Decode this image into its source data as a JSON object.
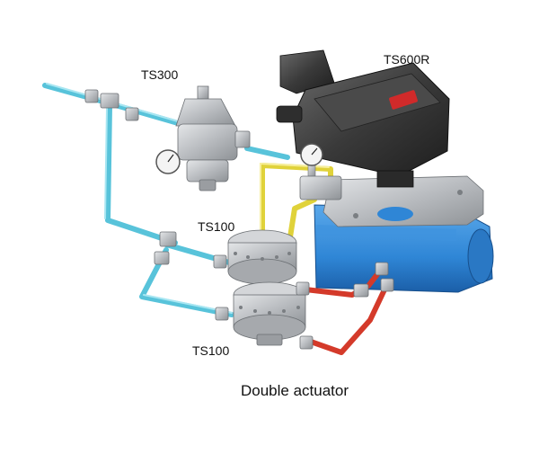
{
  "labels": {
    "ts300": "TS300",
    "ts600r": "TS600R",
    "ts100_upper": "TS100",
    "ts100_lower": "TS100",
    "caption": "Double actuator"
  },
  "colors": {
    "air_line": "#58c3da",
    "signal_line": "#e0d23a",
    "output_line": "#d43a2a",
    "actuator": "#2f86d6",
    "positioner": "#3a3a3a",
    "metal": "#b9bcc0"
  },
  "icons": [
    "pressure-gauge-icon",
    "red-brand-logo-icon"
  ]
}
